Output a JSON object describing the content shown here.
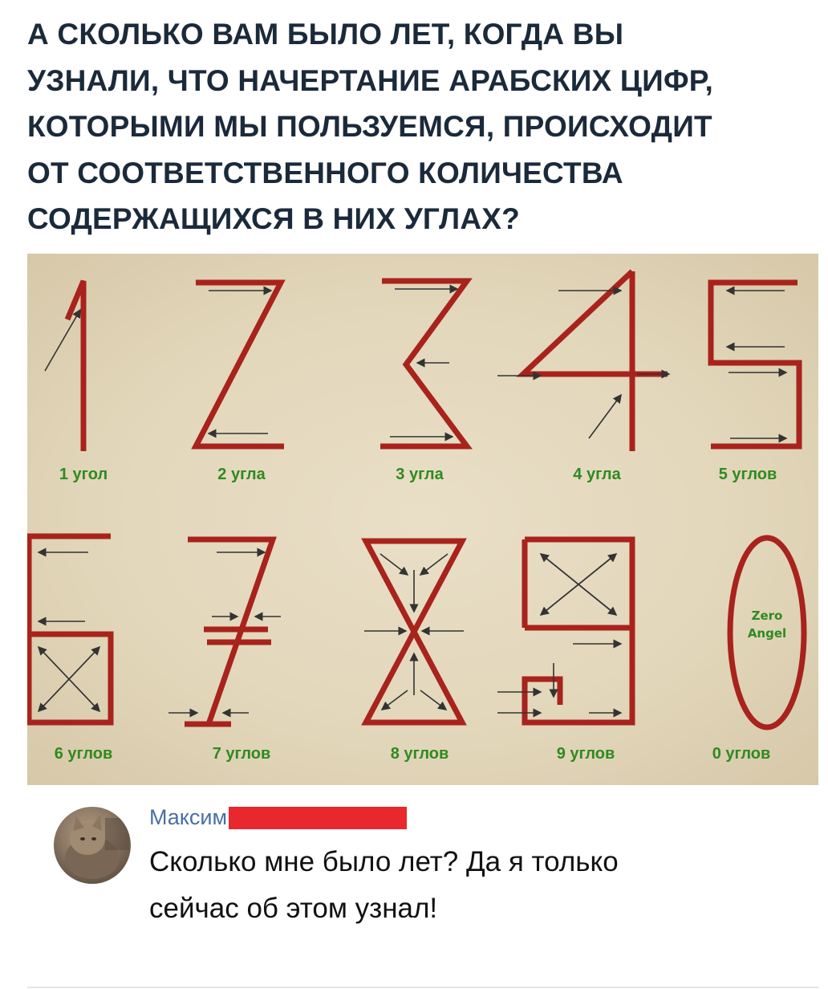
{
  "headline": [
    "А СКОЛЬКО ВАМ БЫЛО ЛЕТ, КОГДА ВЫ",
    "УЗНАЛИ, ЧТО НАЧЕРТАНИЕ АРАБСКИХ ЦИФР,",
    "КОТОРЫМИ МЫ ПОЛЬЗУЕМСЯ, ПРОИСХОДИТ",
    "ОТ СООТВЕТСТВЕННОГО КОЛИЧЕСТВА",
    "СОДЕРЖАЩИХСЯ В НИХ УГЛАХ?"
  ],
  "digits": [
    {
      "digit": "1",
      "caption": "1 угол"
    },
    {
      "digit": "2",
      "caption": "2 угла"
    },
    {
      "digit": "3",
      "caption": "3 угла"
    },
    {
      "digit": "4",
      "caption": "4 угла"
    },
    {
      "digit": "5",
      "caption": "5 углов"
    },
    {
      "digit": "6",
      "caption": "6 углов"
    },
    {
      "digit": "7",
      "caption": "7 углов"
    },
    {
      "digit": "8",
      "caption": "8 углов"
    },
    {
      "digit": "9",
      "caption": "9 углов"
    },
    {
      "digit": "0",
      "caption": "0 углов"
    }
  ],
  "zero_label": [
    "Zero",
    "Angel"
  ],
  "comment": {
    "author": "Максим",
    "text_lines": [
      "Сколько мне было лет? Да я только",
      "сейчас об этом узнал!"
    ]
  },
  "colors": {
    "digit_stroke": "#a8231c",
    "caption": "#2f8a1e",
    "author_link": "#4a6fa5",
    "redaction": "#e8282c",
    "headline": "#1b2a3b"
  }
}
